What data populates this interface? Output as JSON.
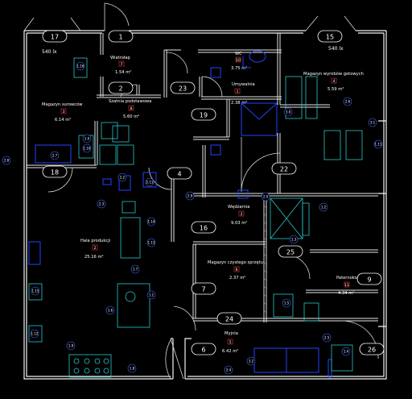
{
  "rooms": [
    {
      "id": "wc",
      "name": "WC",
      "num": "10",
      "area": "3.75 m²"
    },
    {
      "id": "wind",
      "name": "Wiatrołap",
      "num": "7",
      "area": "1.54 m²"
    },
    {
      "id": "szatnia",
      "name": "Szatnia podstawowa",
      "num": "8",
      "area": "5.60 m²"
    },
    {
      "id": "umyw",
      "name": "Umywalnia",
      "num": "1",
      "area": "2.38 m²"
    },
    {
      "id": "mag-wyr",
      "name": "Magazyn wyrobów gotowych",
      "num": "4",
      "area": "5.59 m²"
    },
    {
      "id": "mag-sur",
      "name": "Magazyn surowców",
      "num": "3",
      "area": "6.14 m²"
    },
    {
      "id": "wedz",
      "name": "Wędzarnia",
      "num": "2",
      "area": "9.03 m²"
    },
    {
      "id": "hala",
      "name": "Hala produkcji",
      "num": "2",
      "area": "25.16 m²"
    },
    {
      "id": "mag-czyst",
      "name": "Magazyn czystego sprzętu",
      "num": "6",
      "area": "2.37 m²"
    },
    {
      "id": "pater",
      "name": "Paternoko",
      "num": "11",
      "area": "4.34 m²"
    },
    {
      "id": "myjnia",
      "name": "Myjnia",
      "num": "5",
      "area": "6.42 m²"
    }
  ],
  "lux_left": "540 lx",
  "lux_right": "540 lx",
  "markers": [
    "17",
    "1",
    "2",
    "23",
    "19",
    "4",
    "18",
    "16",
    "7",
    "24",
    "6",
    "15",
    "22",
    "25",
    "9",
    "26"
  ],
  "equipment": [
    "1.16",
    "1.10",
    "2.7",
    "2.8",
    "2.2",
    "2.3",
    "2.11",
    "3.0",
    "2.9",
    "1.7",
    "1.14",
    "1.13",
    "1.3",
    "1.1",
    "1.6",
    "1.12",
    "1.15",
    "1.9",
    "1.8",
    "2.5",
    "2.4",
    "3.2",
    "1.4",
    "1.2",
    "1.5",
    "1.11",
    "1.0",
    "2.6",
    "2.0",
    "3.1"
  ]
}
